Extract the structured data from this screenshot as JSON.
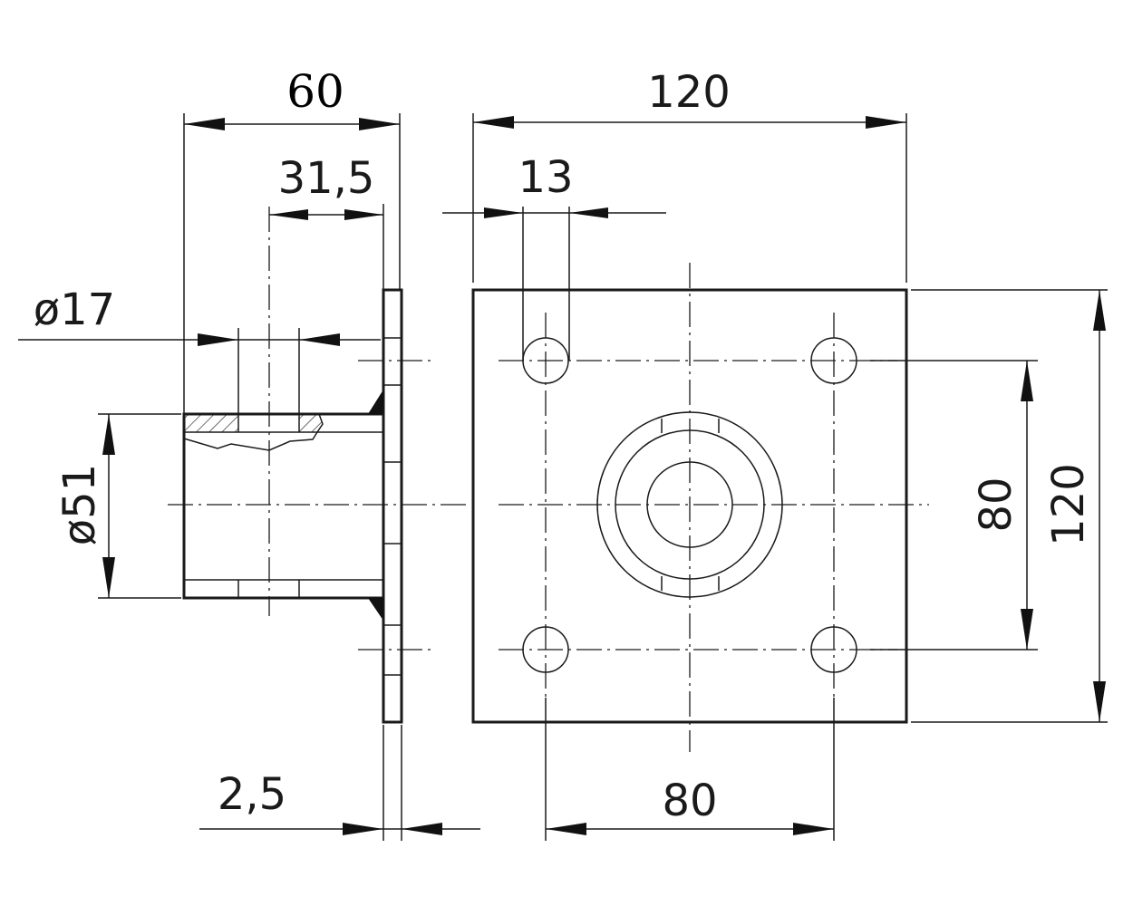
{
  "dimensions": {
    "total_length": "60",
    "hole_offset": "31,5",
    "hole_diameter": "ø17",
    "tube_diameter": "ø51",
    "plate_thickness": "2,5",
    "plate_width": "120",
    "plate_height": "120",
    "bolt_hole_diameter": "13",
    "bolt_spacing_horizontal": "80",
    "bolt_spacing_vertical": "80"
  }
}
